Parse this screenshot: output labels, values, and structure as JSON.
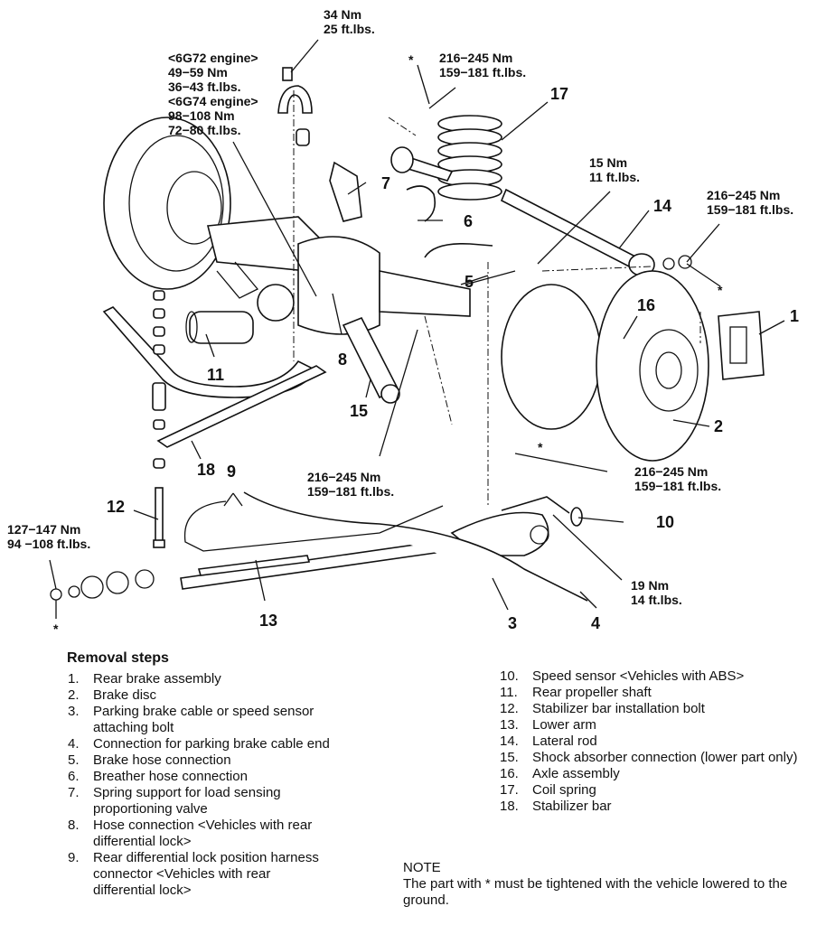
{
  "diagram": {
    "title": "Rear axle / suspension exploded view",
    "torque_callouts": [
      {
        "id": "stabilizer-bracket-bolt",
        "lines": [
          "34 Nm",
          "25 ft.lbs."
        ]
      },
      {
        "id": "propeller-shaft-flange",
        "lines": [
          "<6G72 engine>",
          "49−59 Nm",
          "36−43 ft.lbs.",
          "<6G74 engine>",
          "98−108 Nm",
          "72−80 ft.lbs."
        ]
      },
      {
        "id": "lateral-rod-upper",
        "star": true,
        "lines": [
          "216−245 Nm",
          "159−181 ft.lbs."
        ]
      },
      {
        "id": "brake-hose",
        "lines": [
          "15 Nm",
          "11 ft.lbs."
        ]
      },
      {
        "id": "lateral-rod-lower",
        "star": true,
        "lines": [
          "216−245 Nm",
          "159−181 ft.lbs."
        ]
      },
      {
        "id": "shock-lower",
        "lines": [
          "216−245 Nm",
          "159−181 ft.lbs."
        ]
      },
      {
        "id": "lower-arm-axle",
        "star": true,
        "lines": [
          "216−245 Nm",
          "159−181 ft.lbs."
        ]
      },
      {
        "id": "lower-arm-frame",
        "star": true,
        "lines": [
          "127−147 Nm",
          "94 −108 ft.lbs."
        ]
      },
      {
        "id": "speed-sensor",
        "lines": [
          "19 Nm",
          "14 ft.lbs."
        ]
      }
    ],
    "part_numbers": [
      "1",
      "2",
      "3",
      "4",
      "5",
      "6",
      "7",
      "8",
      "9",
      "10",
      "11",
      "12",
      "13",
      "14",
      "15",
      "16",
      "17",
      "18"
    ],
    "star_symbol": "*"
  },
  "removal": {
    "title": "Removal steps",
    "steps_left": [
      {
        "n": "1.",
        "text": "Rear brake assembly"
      },
      {
        "n": "2.",
        "text": "Brake disc"
      },
      {
        "n": "3.",
        "text": "Parking brake cable or speed sensor attaching bolt"
      },
      {
        "n": "4.",
        "text": "Connection for parking brake cable end"
      },
      {
        "n": "5.",
        "text": "Brake hose connection"
      },
      {
        "n": "6.",
        "text": "Breather hose connection"
      },
      {
        "n": "7.",
        "text": "Spring support for load sensing proportioning valve"
      },
      {
        "n": "8.",
        "text": "Hose connection <Vehicles with rear differential lock>"
      },
      {
        "n": "9.",
        "text": "Rear differential lock position harness connector <Vehicles with rear differential lock>"
      }
    ],
    "steps_right": [
      {
        "n": "10.",
        "text": "Speed sensor <Vehicles with ABS>"
      },
      {
        "n": "11.",
        "text": "Rear propeller shaft"
      },
      {
        "n": "12.",
        "text": "Stabilizer bar installation bolt"
      },
      {
        "n": "13.",
        "text": "Lower arm"
      },
      {
        "n": "14.",
        "text": "Lateral rod"
      },
      {
        "n": "15.",
        "text": "Shock absorber connection (lower part only)"
      },
      {
        "n": "16.",
        "text": "Axle assembly"
      },
      {
        "n": "17.",
        "text": "Coil spring"
      },
      {
        "n": "18.",
        "text": "Stabilizer bar"
      }
    ]
  },
  "note": {
    "title": "NOTE",
    "text": "The part with * must be tightened with the vehicle lowered to the ground."
  }
}
